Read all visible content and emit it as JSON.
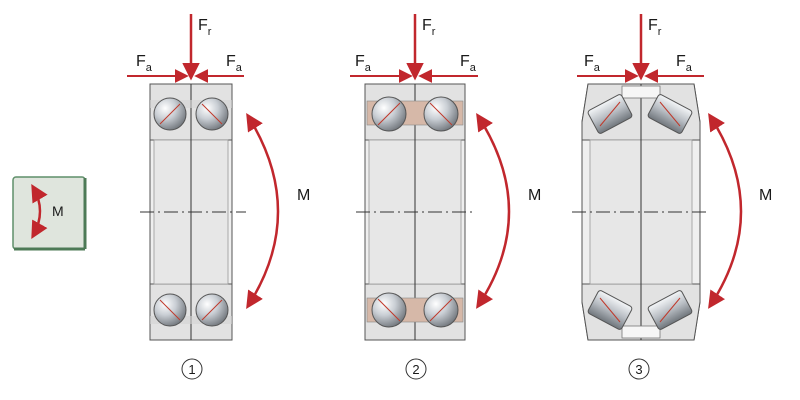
{
  "badge": {
    "label": "M"
  },
  "labels": {
    "radial_force": "F",
    "radial_sub": "r",
    "axial_force": "F",
    "axial_sub": "a",
    "moment": "M"
  },
  "bearings": [
    {
      "number": "1",
      "type": "ball",
      "cage": false
    },
    {
      "number": "2",
      "type": "ball",
      "cage": true
    },
    {
      "number": "3",
      "type": "roller",
      "cage": false
    }
  ],
  "colors": {
    "arrow": "#c1272d",
    "outline": "#555555",
    "ring_fill": "#e2e2e2",
    "badge_bg": "#dfe5dd",
    "badge_border": "#5f8f6a",
    "cage": "#d6b8a8",
    "cage_line": "#c0392b"
  }
}
